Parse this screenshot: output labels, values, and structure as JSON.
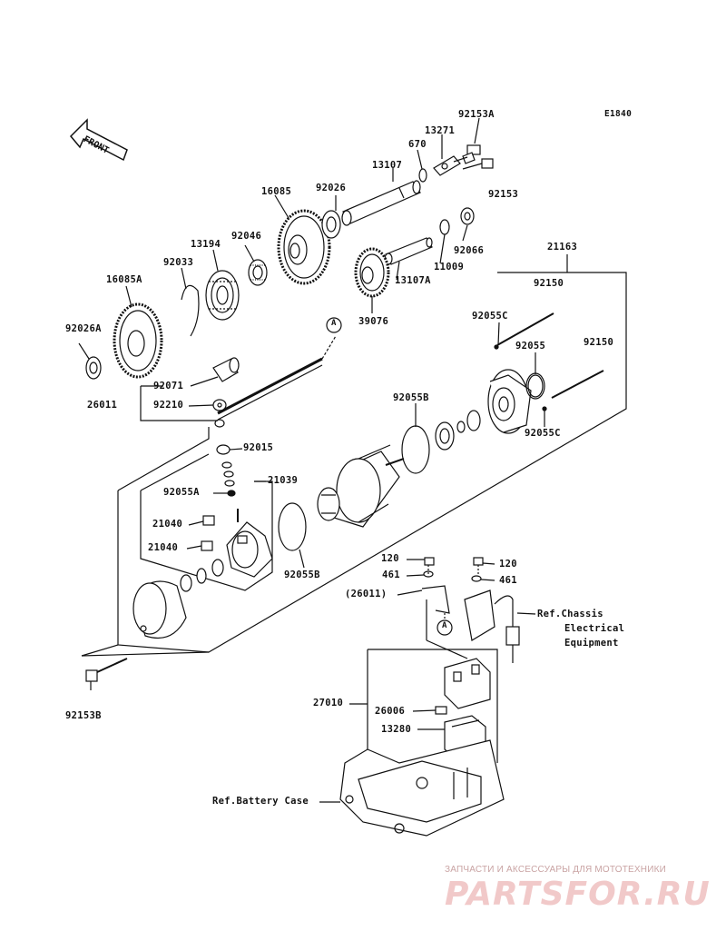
{
  "diagram_code": "E1840",
  "front_label": "FRONT",
  "ref_labels": {
    "chassis_line1": "Ref.Chassis",
    "chassis_line2": "Electrical",
    "chassis_line3": "Equipment",
    "battery_case": "Ref.Battery Case"
  },
  "callouts": {
    "a_upper": "A",
    "a_lower": "A"
  },
  "parts": {
    "p92153A": "92153A",
    "p13271": "13271",
    "p670": "670",
    "p13107": "13107",
    "p92153": "92153",
    "p16085": "16085",
    "p92026": "92026",
    "p92066": "92066",
    "p13194": "13194",
    "p92046": "92046",
    "p11009": "11009",
    "p92033": "92033",
    "p13107A": "13107A",
    "p21163": "21163",
    "p16085A": "16085A",
    "p39076": "39076",
    "p92150a": "92150",
    "p92055C_a": "92055C",
    "p92026A": "92026A",
    "p92055": "92055",
    "p92150b": "92150",
    "p92071": "92071",
    "p26011": "26011",
    "p92210": "92210",
    "p92055B_a": "92055B",
    "p92055C_b": "92055C",
    "p92015": "92015",
    "p21039": "21039",
    "p92055A": "92055A",
    "p21040a": "21040",
    "p21040b": "21040",
    "p92055B_b": "92055B",
    "p120a": "120",
    "p120b": "120",
    "p461a": "461",
    "p461b": "461",
    "p26011p": "(26011)",
    "p92153B": "92153B",
    "p27010": "27010",
    "p26006": "26006",
    "p13280": "13280"
  },
  "watermark": {
    "subtitle": "ЗАПЧАСТИ И АКСЕССУАРЫ ДЛЯ МОТОТЕХНИКИ",
    "brand": "PARTSFOR.RU"
  }
}
